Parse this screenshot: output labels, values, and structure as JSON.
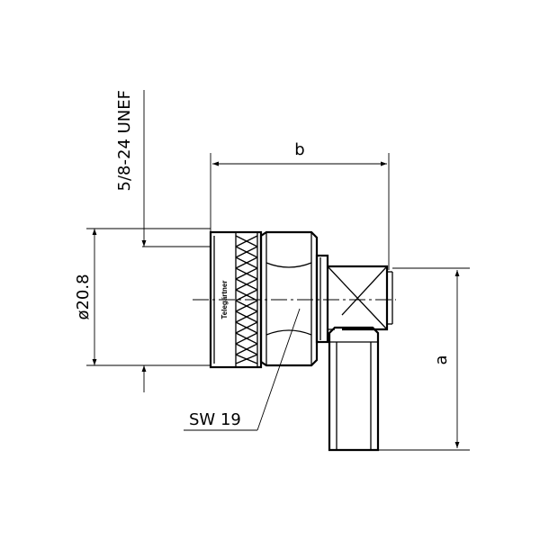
{
  "drawing": {
    "thread_label": "5/8-24 UNEF",
    "diameter_label": "ø20.8",
    "wrench_label": "SW 19",
    "dim_b_label": "b",
    "dim_a_label": "a",
    "brand_label": "Telegärtner"
  }
}
